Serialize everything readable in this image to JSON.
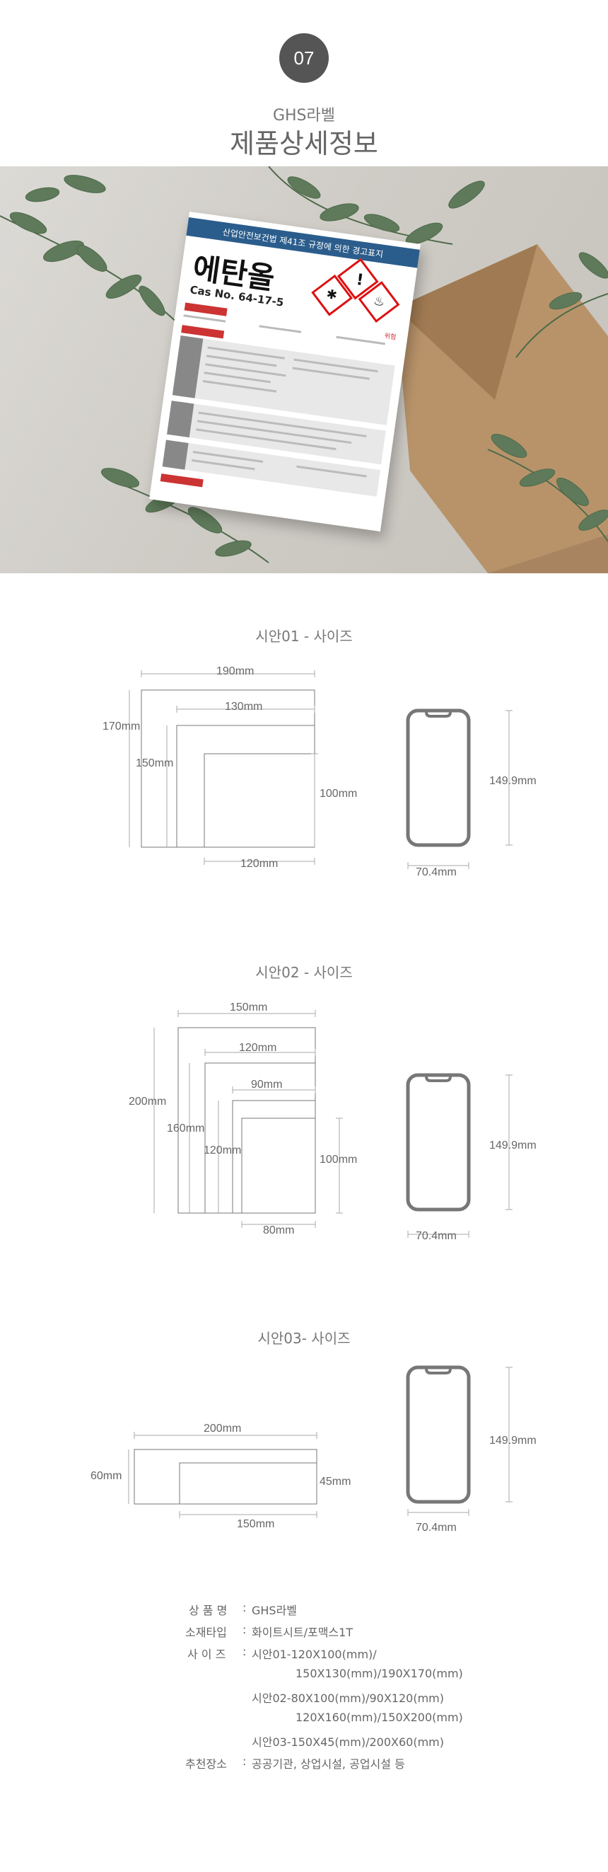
{
  "header": {
    "number": "07",
    "subtitle": "GHS라벨",
    "title": "제품상세정보"
  },
  "product_label": {
    "banner": "산업안전보건법 제41조 규정에 의한 경고표지",
    "chemical_name": "에탄올",
    "cas": "Cas No. 64-17-5",
    "signal_word": "위험",
    "pictograms": [
      "health-hazard-icon",
      "exclamation-icon",
      "flame-icon"
    ]
  },
  "sections": [
    {
      "title": "시안01 - 사이즈",
      "dims": [
        "190mm",
        "130mm",
        "170mm",
        "150mm",
        "100mm",
        "120mm"
      ],
      "phone": {
        "height": "149.9mm",
        "width": "70.4mm"
      }
    },
    {
      "title": "시안02 - 사이즈",
      "dims": [
        "150mm",
        "120mm",
        "90mm",
        "200mm",
        "160mm",
        "120mm",
        "100mm",
        "80mm"
      ],
      "phone": {
        "height": "149.9mm",
        "width": "70.4mm"
      }
    },
    {
      "title": "시안03- 사이즈",
      "dims": [
        "200mm",
        "60mm",
        "45mm",
        "150mm"
      ],
      "phone": {
        "height": "149.9mm",
        "width": "70.4mm"
      }
    }
  ],
  "specs": {
    "rows": [
      {
        "label": "상 품 명",
        "colon": ":",
        "value": "GHS라벨"
      },
      {
        "label": "소재타입",
        "colon": ":",
        "value": "화이트시트/포맥스1T"
      },
      {
        "label": "사 이 즈",
        "colon": ":",
        "value": "시안01-120X100(mm)/"
      },
      {
        "label": "",
        "colon": "",
        "value": "150X130(mm)/190X170(mm)"
      },
      {
        "label": "",
        "colon": "",
        "value": "시안02-80X100(mm)/90X120(mm)"
      },
      {
        "label": "",
        "colon": "",
        "value": "120X160(mm)/150X200(mm)"
      },
      {
        "label": "",
        "colon": "",
        "value": "시안03-150X45(mm)/200X60(mm)"
      },
      {
        "label": "추천장소",
        "colon": ":",
        "value": "공공기관, 상업시설, 공업시설 등"
      }
    ]
  }
}
